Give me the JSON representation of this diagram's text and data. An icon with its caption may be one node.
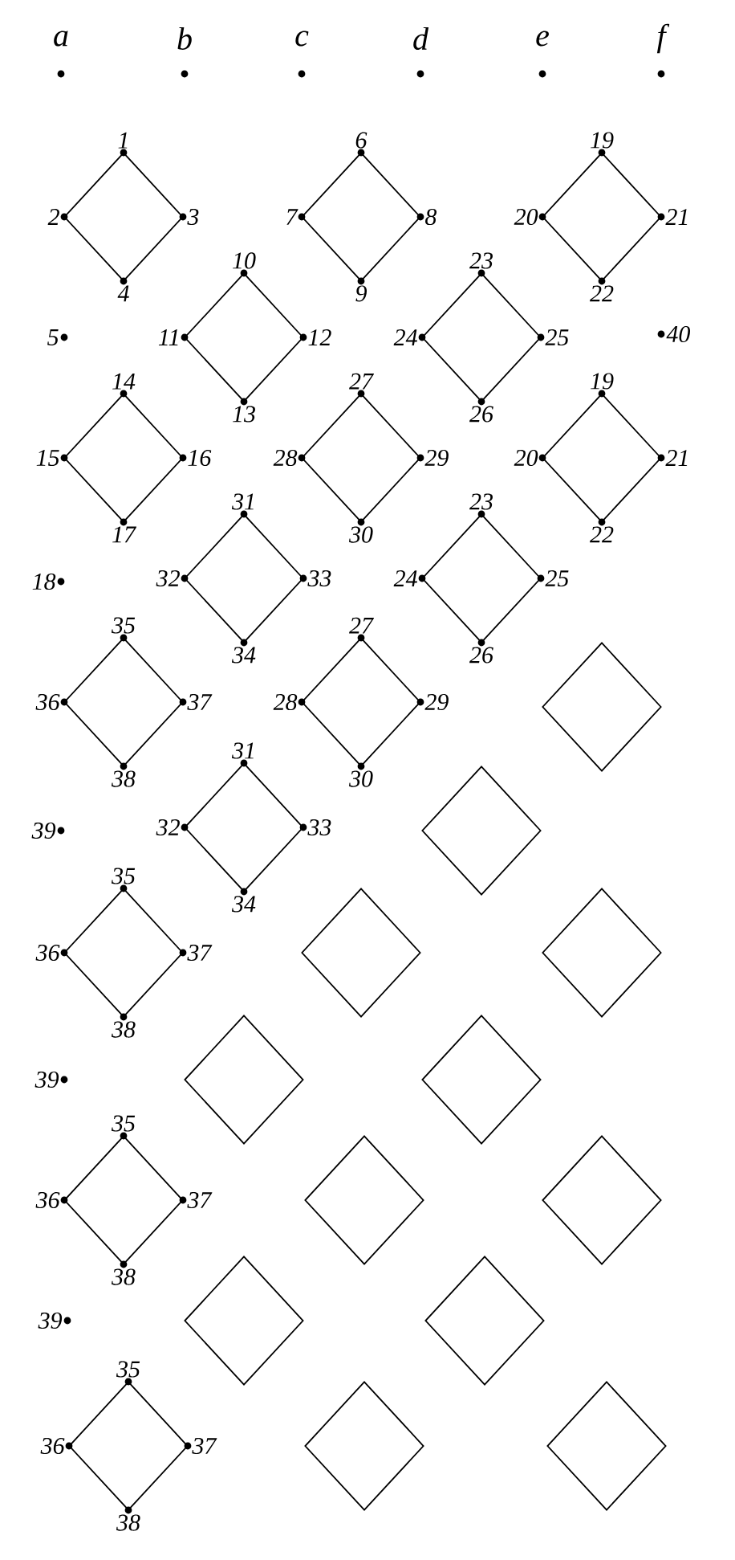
{
  "diagram": {
    "nodes": [
      {
        "text": [],
        "shape": "diamond"
      },
      {
        "text": [],
        "shape": "diamond"
      },
      {
        "text": [],
        "shape": "diamond"
      },
      {
        "text": [],
        "shape": "diamond"
      },
      {
        "text": [],
        "shape": "diamond"
      },
      {
        "text": [],
        "shape": "diamond"
      },
      {
        "text": [],
        "shape": "diamond"
      },
      {
        "text": [],
        "shape": "diamond"
      },
      {
        "text": [],
        "shape": "diamond"
      },
      {
        "text": [],
        "shape": "diamond"
      },
      {
        "text": [],
        "shape": "diamond"
      },
      {
        "text": [],
        "shape": "diamond"
      },
      {
        "text": [],
        "shape": "diamond"
      },
      {
        "text": [],
        "shape": "diamond"
      },
      {
        "text": [],
        "shape": "diamond"
      },
      {
        "text": [],
        "shape": "diamond"
      },
      {
        "text": [],
        "shape": "diamond"
      },
      {
        "text": [],
        "shape": "diamond"
      },
      {
        "text": [],
        "shape": "diamond"
      },
      {
        "text": [],
        "shape": "diamond"
      },
      {
        "text": [],
        "shape": "diamond"
      },
      {
        "text": [],
        "shape": "diamond"
      },
      {
        "text": [],
        "shape": "diamond"
      },
      {
        "text": [],
        "shape": "diamond"
      },
      {
        "text": [],
        "shape": "diamond"
      },
      {
        "text": [],
        "shape": "diamond"
      },
      {
        "text": [],
        "shape": "diamond"
      },
      {
        "text": [],
        "shape": "diamond"
      }
    ],
    "labels": [
      "a",
      "b",
      "c",
      "d",
      "e",
      "f",
      "1",
      "2",
      "3",
      "4",
      "6",
      "7",
      "8",
      "9",
      "19",
      "20",
      "21",
      "22",
      "5",
      "10",
      "11",
      "12",
      "13",
      "23",
      "24",
      "25",
      "26",
      "40",
      "14",
      "15",
      "16",
      "17",
      "27",
      "28",
      "29",
      "30",
      "19",
      "20",
      "21",
      "22",
      "18",
      "31",
      "32",
      "33",
      "34",
      "23",
      "24",
      "25",
      "26",
      "35",
      "36",
      "37",
      "38",
      "27",
      "28",
      "29",
      "30",
      "39",
      "31",
      "32",
      "33",
      "34",
      "35",
      "36",
      "37",
      "38",
      "39",
      "35",
      "36",
      "37",
      "38",
      "39",
      "35",
      "36",
      "37",
      "38"
    ]
  }
}
